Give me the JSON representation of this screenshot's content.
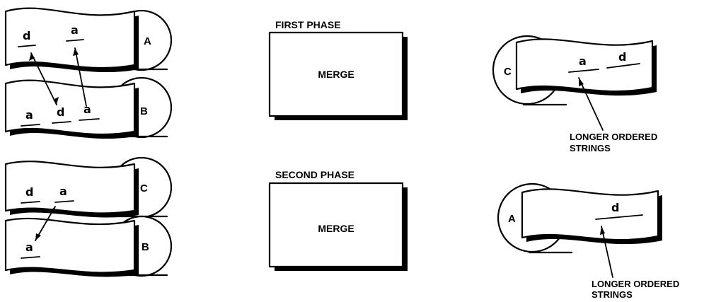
{
  "phases": [
    {
      "title": "FIRST PHASE",
      "box_label": "MERGE"
    },
    {
      "title": "SECOND PHASE",
      "box_label": "MERGE"
    }
  ],
  "tapes": {
    "a_first": {
      "reel": "A",
      "marks": [
        "d",
        "a"
      ]
    },
    "b_first": {
      "reel": "B",
      "marks": [
        "a",
        "d",
        "a"
      ]
    },
    "c_second": {
      "reel": "C",
      "marks": [
        "d",
        "a"
      ]
    },
    "b_second": {
      "reel": "B",
      "marks": [
        "a"
      ]
    },
    "c_out": {
      "reel": "C",
      "marks": [
        "a",
        "d"
      ]
    },
    "a_out": {
      "reel": "A",
      "marks": [
        "d"
      ]
    }
  },
  "annotations": [
    {
      "line1": "LONGER ORDERED",
      "line2": "STRINGS"
    },
    {
      "line1": "LONGER ORDERED",
      "line2": "STRINGS"
    }
  ]
}
